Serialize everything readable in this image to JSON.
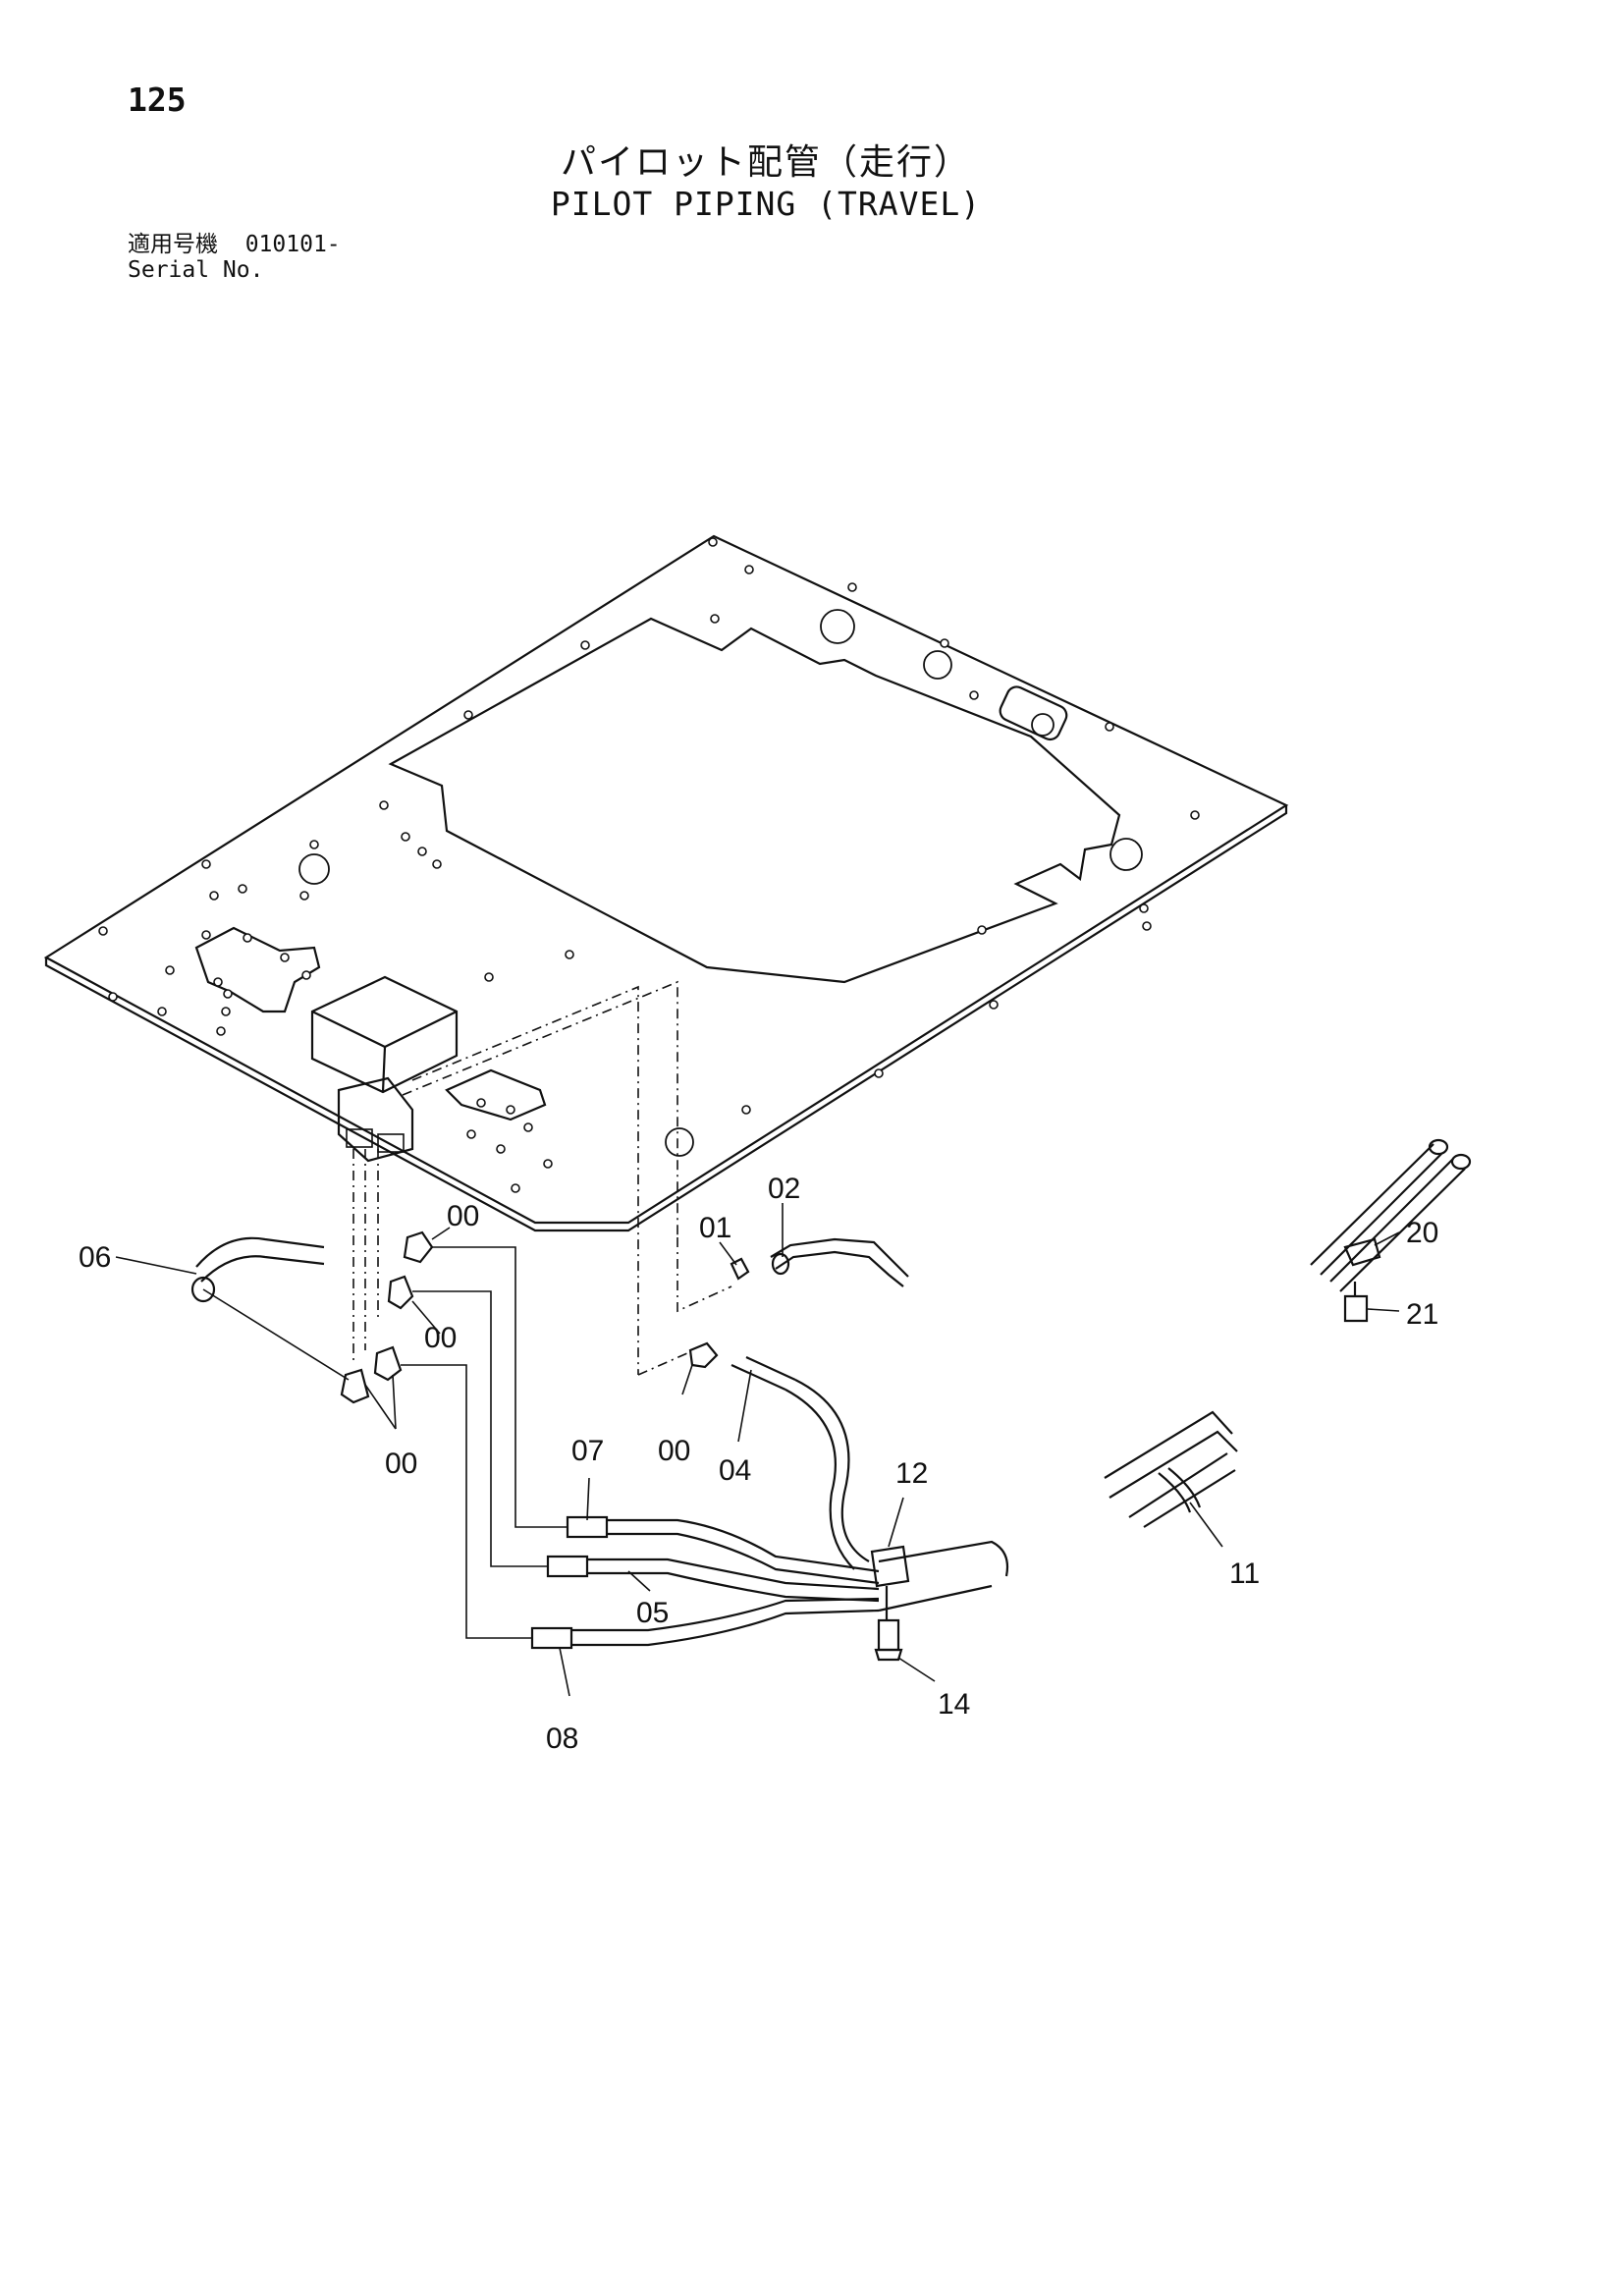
{
  "header": {
    "page_number": "125",
    "title_jp": "パイロット配管（走行）",
    "title_en": "PILOT PIPING (TRAVEL)",
    "serial_label_jp": "適用号機",
    "serial_value": "010101-",
    "serial_label_en": "Serial No."
  },
  "callouts": {
    "c00a": "00",
    "c00b": "00",
    "c00c": "00",
    "c00d": "00",
    "c01": "01",
    "c02": "02",
    "c04": "04",
    "c05": "05",
    "c06": "06",
    "c07": "07",
    "c08": "08",
    "c11": "11",
    "c12": "12",
    "c14": "14",
    "c20": "20",
    "c21": "21"
  }
}
